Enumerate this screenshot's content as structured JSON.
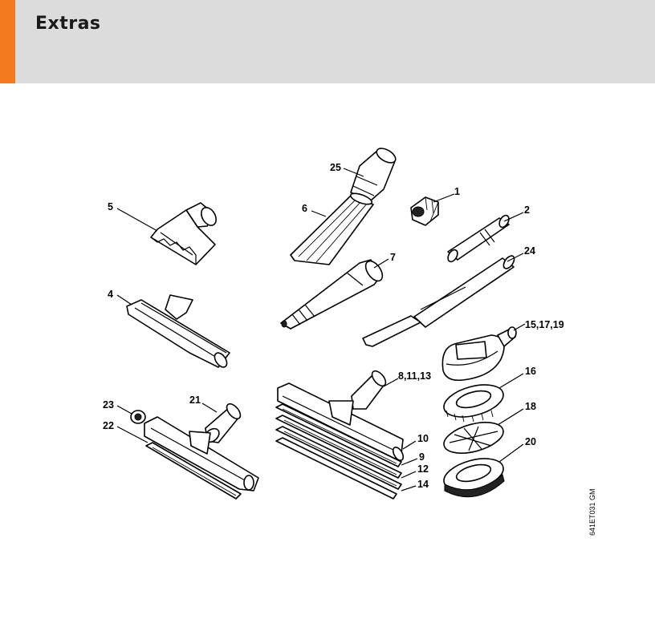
{
  "header": {
    "title": "Extras",
    "accent_color": "#f37a1f",
    "bar_color": "#dcdcdc"
  },
  "diagram": {
    "labels": [
      "25",
      "1",
      "5",
      "6",
      "2",
      "7",
      "24",
      "4",
      "15,17,19",
      "16",
      "8,11,13",
      "21",
      "23",
      "18",
      "22",
      "10",
      "9",
      "20",
      "12",
      "14"
    ],
    "doc_code": "641ET031 GM"
  }
}
